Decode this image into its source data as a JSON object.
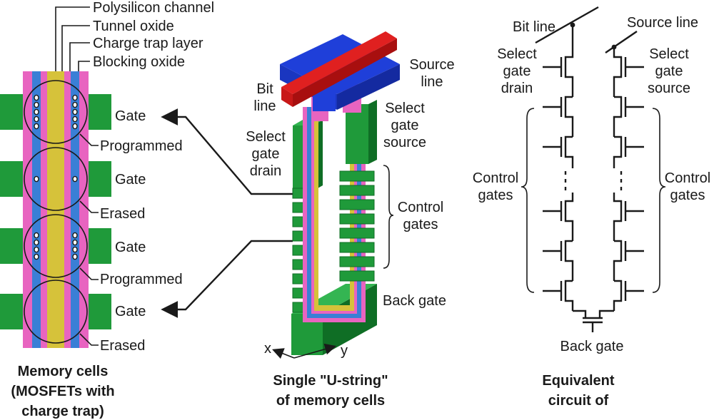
{
  "left_panel": {
    "layer_labels": [
      "Polysilicon channel",
      "Tunnel oxide",
      "Charge trap layer",
      "Blocking oxide"
    ],
    "gate_label": "Gate",
    "states": [
      "Programmed",
      "Erased",
      "Programmed",
      "Erased"
    ],
    "caption": [
      "Memory cells",
      "(MOSFETs with",
      "charge trap)"
    ]
  },
  "middle_panel": {
    "bit_line": [
      "Bit",
      "line"
    ],
    "source_line": [
      "Source",
      "line"
    ],
    "select_gate_drain": [
      "Select",
      "gate",
      "drain"
    ],
    "select_gate_source": [
      "Select",
      "gate",
      "source"
    ],
    "control_gates": [
      "Control",
      "gates"
    ],
    "back_gate": "Back gate",
    "axis_x": "x",
    "axis_y": "y",
    "caption": [
      "Single \"U-string\"",
      "of memory cells"
    ]
  },
  "right_panel": {
    "bit_line": "Bit line",
    "source_line": "Source line",
    "select_gate_drain": [
      "Select",
      "gate",
      "drain"
    ],
    "select_gate_source": [
      "Select",
      "gate",
      "source"
    ],
    "control_gates": [
      "Control",
      "gates"
    ],
    "back_gate": "Back gate",
    "caption": [
      "Equivalent",
      "circuit of"
    ]
  },
  "colors": {
    "gate_green": "#1f9a3a",
    "gate_green_dark": "#0f6e25",
    "channel_yellow": "#d6c23a",
    "tunnel_blue": "#3a7fd6",
    "trap_pink": "#e864c0",
    "bitline_red": "#cc1515",
    "sourceline_blue": "#1f3fd9"
  }
}
